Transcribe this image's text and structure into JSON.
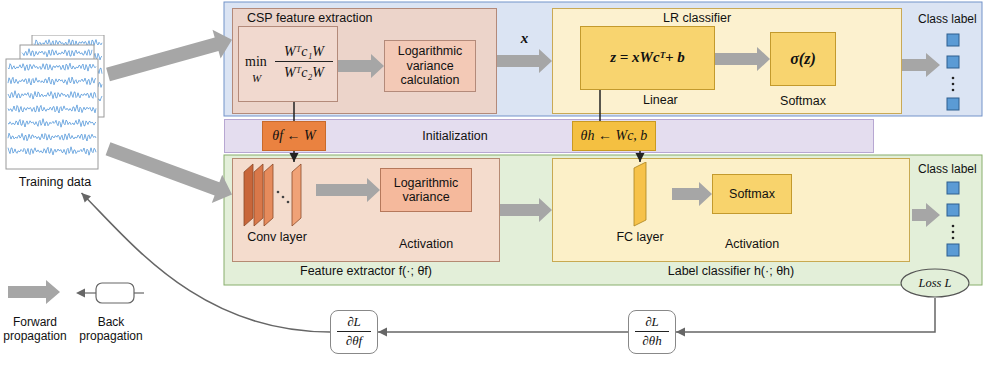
{
  "diagram": {
    "nodes": [
      {
        "text": [
          "CSP feature extraction"
        ]
      },
      {
        "text": [
          "min",
          "W",
          "Wᵀc₁W",
          "Wᵀc₂W"
        ],
        "in": 0
      },
      {
        "text": [
          "Logarithmic variance calculation"
        ],
        "in": 0
      },
      {
        "text": [
          "LR classifier"
        ]
      },
      {
        "text": [
          "z = xWcᵀ+ b",
          "Linear"
        ],
        "in": 3
      },
      {
        "text": [
          "σ(z)",
          "Softmax"
        ],
        "in": 3
      },
      {
        "text": [
          "Initialization"
        ]
      },
      {
        "text": [
          "θf ← W"
        ],
        "in": 6
      },
      {
        "text": [
          "θh ← Wc, b"
        ],
        "in": 6
      },
      {
        "text": [
          "Feature extractor f(·; θf)"
        ]
      },
      {
        "text": [
          "Conv layer"
        ],
        "in": 9
      },
      {
        "text": [
          "Logarithmic variance",
          "Activation"
        ],
        "in": 9
      },
      {
        "text": [
          "Label classifier h(·; θh)"
        ]
      },
      {
        "text": [
          "FC layer"
        ],
        "in": 12
      },
      {
        "text": [
          "Softmax",
          "Activation"
        ],
        "in": 12
      },
      {
        "text": [
          "Loss L"
        ]
      },
      {
        "text": [
          "∂L",
          "∂θh"
        ]
      },
      {
        "text": [
          "∂L",
          "∂θf"
        ]
      },
      {
        "text": [
          "Training data"
        ]
      }
    ],
    "edges": [
      {
        "from": 18,
        "to": 0,
        "arrow": "to"
      },
      {
        "from": 18,
        "to": 9,
        "arrow": "to"
      },
      {
        "from": 1,
        "to": 2,
        "arrow": "to"
      },
      {
        "from": 0,
        "to": 3,
        "arrow": "to",
        "label": "x"
      },
      {
        "from": 4,
        "to": 5,
        "arrow": "to"
      },
      {
        "from": 10,
        "to": 11,
        "arrow": "to"
      },
      {
        "from": 9,
        "to": 12,
        "arrow": "to"
      },
      {
        "from": 13,
        "to": 14,
        "arrow": "to"
      },
      {
        "from": 1,
        "to": 7,
        "arrow": "none"
      },
      {
        "from": 7,
        "to": 10,
        "arrow": "to"
      },
      {
        "from": 4,
        "to": 8,
        "arrow": "none"
      },
      {
        "from": 8,
        "to": 13,
        "arrow": "to"
      },
      {
        "from": 15,
        "to": 16,
        "arrow": "to"
      },
      {
        "from": 16,
        "to": 17,
        "arrow": "to"
      },
      {
        "from": 17,
        "to": 18,
        "arrow": "to"
      }
    ],
    "labels": [
      "Class label",
      "Class label"
    ],
    "legend": [
      {
        "text": "Forward propagation"
      },
      {
        "text": "Back propagation"
      }
    ]
  }
}
